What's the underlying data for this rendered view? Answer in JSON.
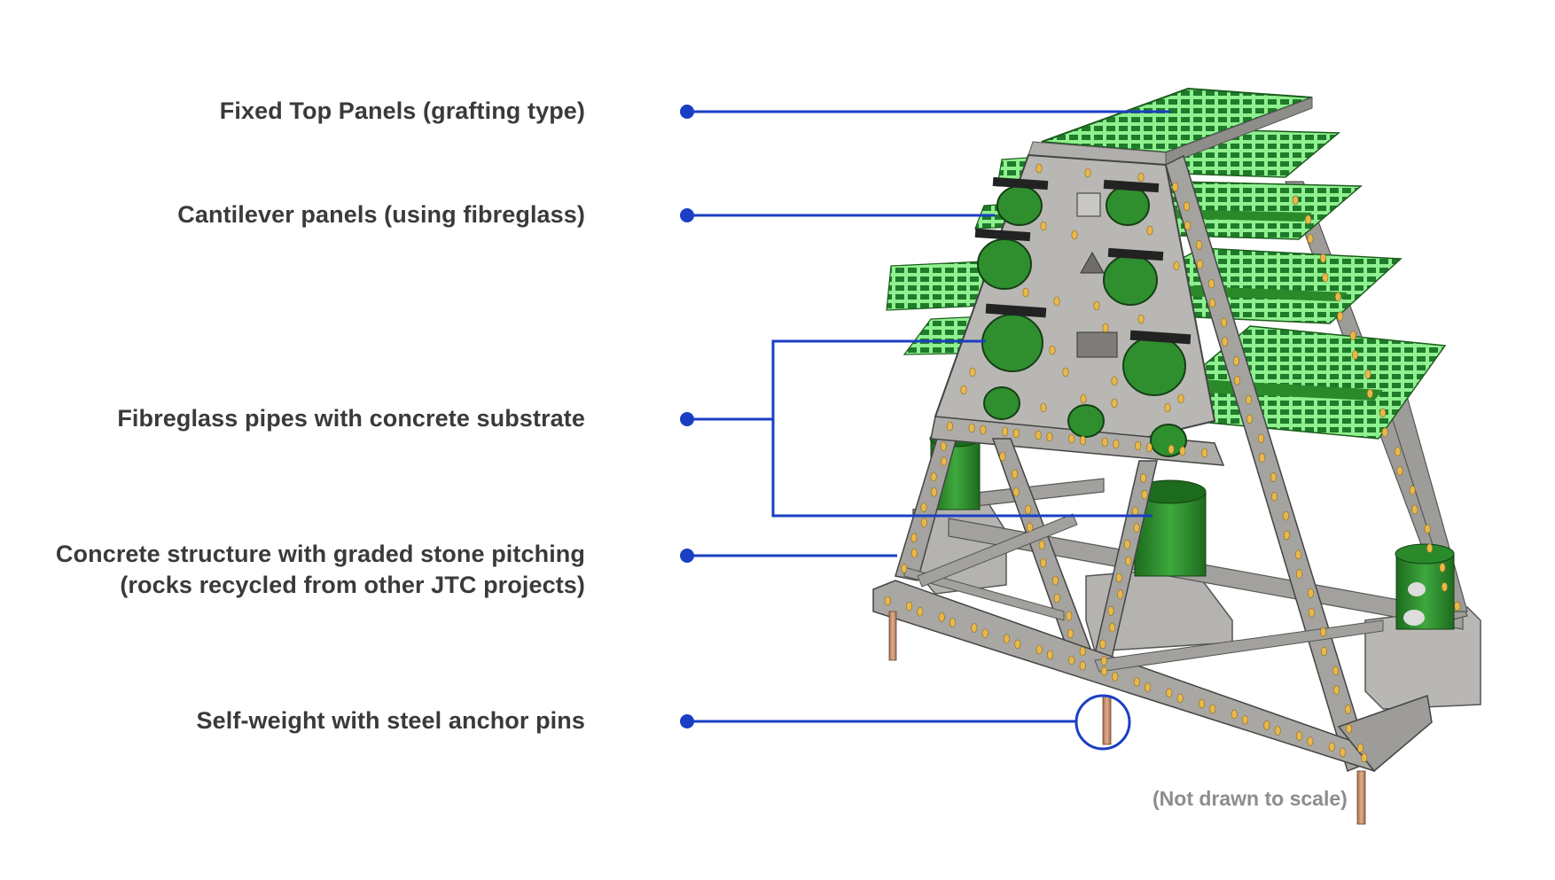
{
  "callouts": [
    {
      "id": "top-panels",
      "text": [
        "Fixed Top Panels (grafting type)"
      ]
    },
    {
      "id": "cantilever",
      "text": [
        "Cantilever panels (using fibreglass)"
      ]
    },
    {
      "id": "pipes",
      "text": [
        "Fibreglass pipes with concrete substrate"
      ]
    },
    {
      "id": "concrete",
      "text": [
        "Concrete structure with graded stone pitching",
        "(rocks recycled from other JTC projects)"
      ]
    },
    {
      "id": "anchor",
      "text": [
        "Self-weight with steel anchor pins"
      ]
    }
  ],
  "note": "(Not drawn to scale)",
  "colors": {
    "leader": "#1a3fc4",
    "label_text": "#3a3a3a",
    "concrete": "#a8a6a3",
    "concrete_dark": "#7f7d7a",
    "panel_green": "#8ff08f",
    "pipe_green": "#2f8f2f",
    "pebble": "#e8b84a",
    "pin": "#c98f6f"
  }
}
